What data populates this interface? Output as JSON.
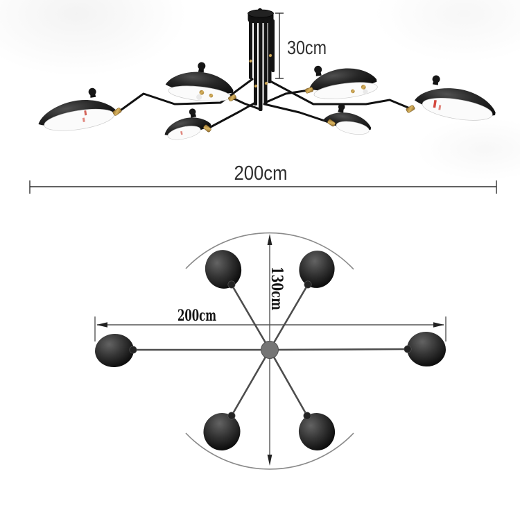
{
  "figure": {
    "front_view": {
      "drop_label": "30cm",
      "width_label": "200cm"
    },
    "top_view": {
      "width_label": "200cm",
      "height_label": "130cm"
    }
  },
  "colors": {
    "background": "#ffffff",
    "lamp_black": "#141414",
    "brass": "#bb9148",
    "shade_interior": "#fbfbfb",
    "bulb_red": "#d4483e",
    "dimension_text": "#2f2f2f",
    "plan_text": "#151515",
    "plan_line_gray": "#555555",
    "hub_gray": "#757575"
  }
}
